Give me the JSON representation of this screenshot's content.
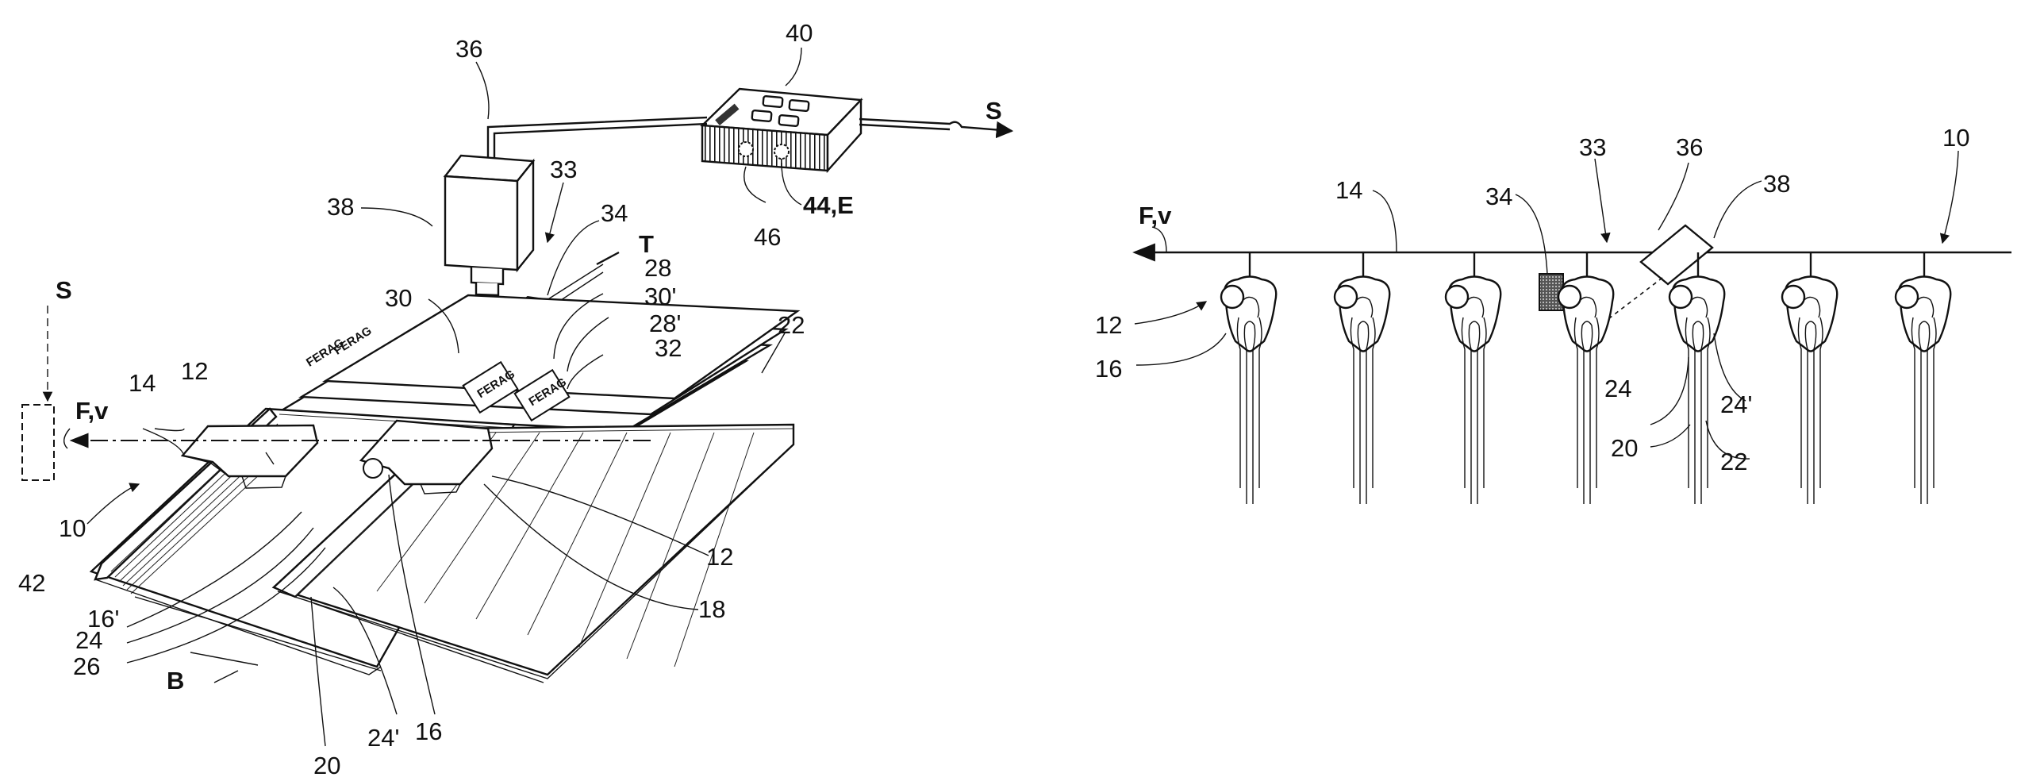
{
  "figure_left": {
    "stamp_text": "FERAG",
    "labels": {
      "l36": "36",
      "l40": "40",
      "lS_right": "S",
      "l38": "38",
      "l33": "33",
      "l34": "34",
      "lT": "T",
      "l28": "28",
      "l30": "30",
      "l30p": "30'",
      "l28p": "28'",
      "l32": "32",
      "l22": "22",
      "lS_left": "S",
      "lFv": "F,v",
      "l14": "14",
      "l12_top": "12",
      "l10": "10",
      "l42": "42",
      "l12_right": "12",
      "l18": "18",
      "l16p": "16'",
      "l24": "24",
      "l26": "26",
      "lB": "B",
      "l20": "20",
      "l24p": "24'",
      "l16": "16",
      "l44E": "44,E",
      "l46": "46"
    }
  },
  "figure_right": {
    "labels": {
      "l33": "33",
      "l36": "36",
      "l14": "14",
      "l34": "34",
      "l38": "38",
      "l10": "10",
      "lFv": "F,v",
      "l12": "12",
      "l16": "16",
      "l24": "24",
      "l24p": "24'",
      "l20": "20",
      "l22": "22"
    }
  }
}
